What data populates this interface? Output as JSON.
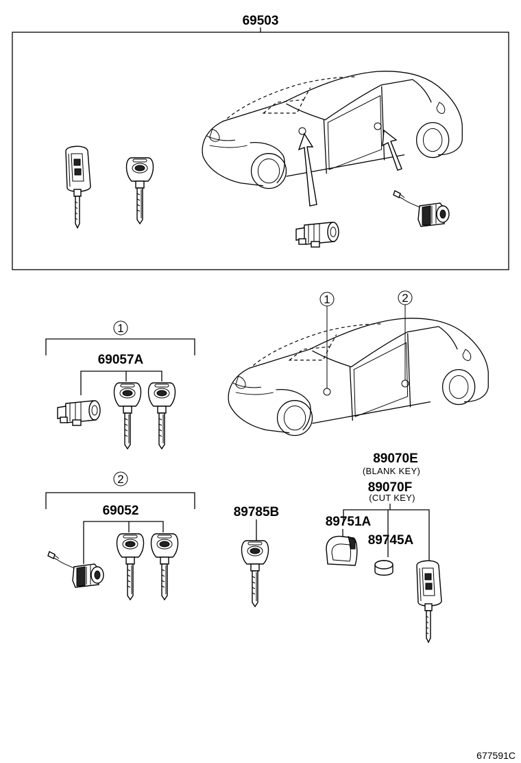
{
  "diagram": {
    "assembly_part": "69503",
    "figure_code": "677591C",
    "callouts": [
      "1",
      "2"
    ],
    "groups": [
      {
        "callout": "1",
        "part": "69057A"
      },
      {
        "callout": "2",
        "part": "69052"
      }
    ],
    "parts": {
      "key_blank": "89785B",
      "remote_key_blank": "89070E",
      "remote_key_blank_note": "(BLANK KEY)",
      "remote_key_cut": "89070F",
      "remote_key_cut_note": "(CUT KEY)",
      "key_case": "89751A",
      "battery": "89745A"
    }
  }
}
